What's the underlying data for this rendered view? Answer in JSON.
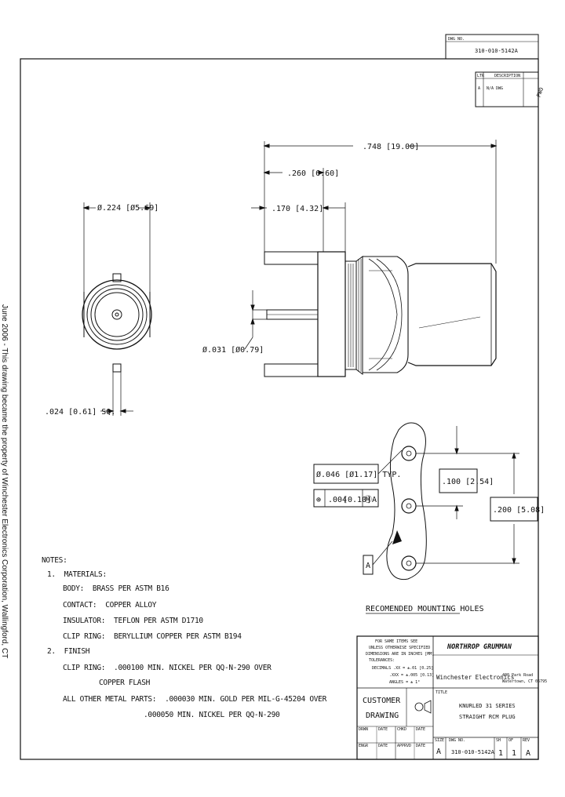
{
  "drawing_number": "310-010-5142A",
  "revision_block": {
    "header_ltr": "LTR",
    "header_description": "DESCRIPTION",
    "row_ltr": "A",
    "row_desc": "N/A DWG"
  },
  "dimensions": {
    "overall_length": ".748 [19.00]",
    "flange_to_rear": ".260 [6.60]",
    "pin_length": ".170 [4.32]",
    "pin_dia": "Ø.031 [Ø0.79]",
    "body_dia": "Ø.224 [Ø5.69]",
    "flange_sq": ".024 [0.61] SQ."
  },
  "mounting": {
    "hole_dia": "Ø.046 [Ø1.17] TYP.",
    "position_tol_symbol": "⊕",
    "position_tol": ".004",
    "position_tol_metric": "[0.10]",
    "mmc": "Ⓜ",
    "datum": "A",
    "pitch": ".100 [2.54]",
    "span": ".200 [5.08]",
    "datum_label": "A",
    "caption": "RECOMENDED MOUNTING HOLES"
  },
  "notes": {
    "title": "NOTES:",
    "n1": "1.  MATERIALS:",
    "body": "BODY:  BRASS PER ASTM B16",
    "contact": "CONTACT:  COPPER ALLOY",
    "insulator": "INSULATOR:  TEFLON PER ASTM D1710",
    "clip": "CLIP RING:  BERYLLIUM COPPER PER ASTM B194",
    "n2": "2.  FINISH",
    "clip_finish_1": "CLIP RING:  .000100 MIN. NICKEL PER QQ-N-290 OVER",
    "clip_finish_2": "COPPER FLASH",
    "other_1": "ALL OTHER METAL PARTS:  .000030 MIN. GOLD PER MIL-G-45204 OVER",
    "other_2": ".000050 MIN. NICKEL PER QQ-N-290"
  },
  "title_block": {
    "tolerance_lines": [
      "FOR SAME ITEMS SEE",
      "UNLESS OTHERWISE SPECIFIED",
      "DIMENSIONS ARE IN INCHES [MM]",
      "TOLERANCES:",
      "DECIMALS  .XX = ±.01 [0.25]",
      ".XXX = ±.005 [0.13]",
      "ANGLES = ± 1°"
    ],
    "company": "NORTHROP GRUMMAN",
    "division": "Winchester Electronics",
    "address": [
      "400 Park Road",
      "Watertown, CT 06795"
    ],
    "customer_drawing": [
      "CUSTOMER",
      "DRAWING"
    ],
    "title_label": "TITLE",
    "title": [
      "KNURLED 31 SERIES",
      "STRAIGHT RCM PLUG"
    ],
    "size": "A",
    "dwg_no": "310-010-5142A",
    "sheet": "1",
    "of": "1",
    "rev": "A",
    "cells": [
      "DRWN",
      "DATE",
      "CHKD",
      "DATE",
      "ENGR",
      "DATE",
      "APPRVD",
      "DATE"
    ],
    "size_label": "SIZE",
    "dwg_label": "DWG NO.",
    "sh_label": "SH",
    "of_label": "OF",
    "rev_label": "REV"
  },
  "side_text": "June 2006 - This drawing became the property of Winchester Electronics Corporation, Wallingford, CT"
}
